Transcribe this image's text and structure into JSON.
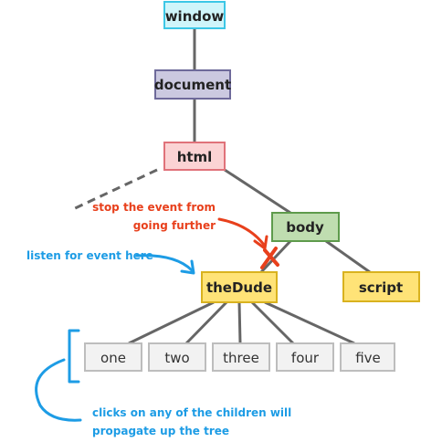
{
  "nodes": {
    "window": {
      "label": "window",
      "fill": "#CFF5FA",
      "stroke": "#3CC7E6"
    },
    "document": {
      "label": "document",
      "fill": "#CBC9E0",
      "stroke": "#6E6A9A"
    },
    "html": {
      "label": "html",
      "fill": "#FBD3D4",
      "stroke": "#E0727A"
    },
    "body": {
      "label": "body",
      "fill": "#BFDDB0",
      "stroke": "#5E9B4C"
    },
    "theDude": {
      "label": "theDude",
      "fill": "#FFE377",
      "stroke": "#D9B21F"
    },
    "script": {
      "label": "script",
      "fill": "#FFE377",
      "stroke": "#D9B21F"
    },
    "one": {
      "label": "one",
      "fill": "#F2F2F2",
      "stroke": "#BDBDBD"
    },
    "two": {
      "label": "two",
      "fill": "#F2F2F2",
      "stroke": "#BDBDBD"
    },
    "three": {
      "label": "three",
      "fill": "#F2F2F2",
      "stroke": "#BDBDBD"
    },
    "four": {
      "label": "four",
      "fill": "#F2F2F2",
      "stroke": "#BDBDBD"
    },
    "five": {
      "label": "five",
      "fill": "#F2F2F2",
      "stroke": "#BDBDBD"
    }
  },
  "annotations": {
    "stop_line1": "stop the event from",
    "stop_line2": "going further",
    "listen": "listen for event here",
    "clicks_line1": "clicks on any of the children will",
    "clicks_line2": "propagate up the tree"
  },
  "colors": {
    "edge": "#666666",
    "stop_red": "#E8401C",
    "listen_blue": "#1D9CE5"
  }
}
